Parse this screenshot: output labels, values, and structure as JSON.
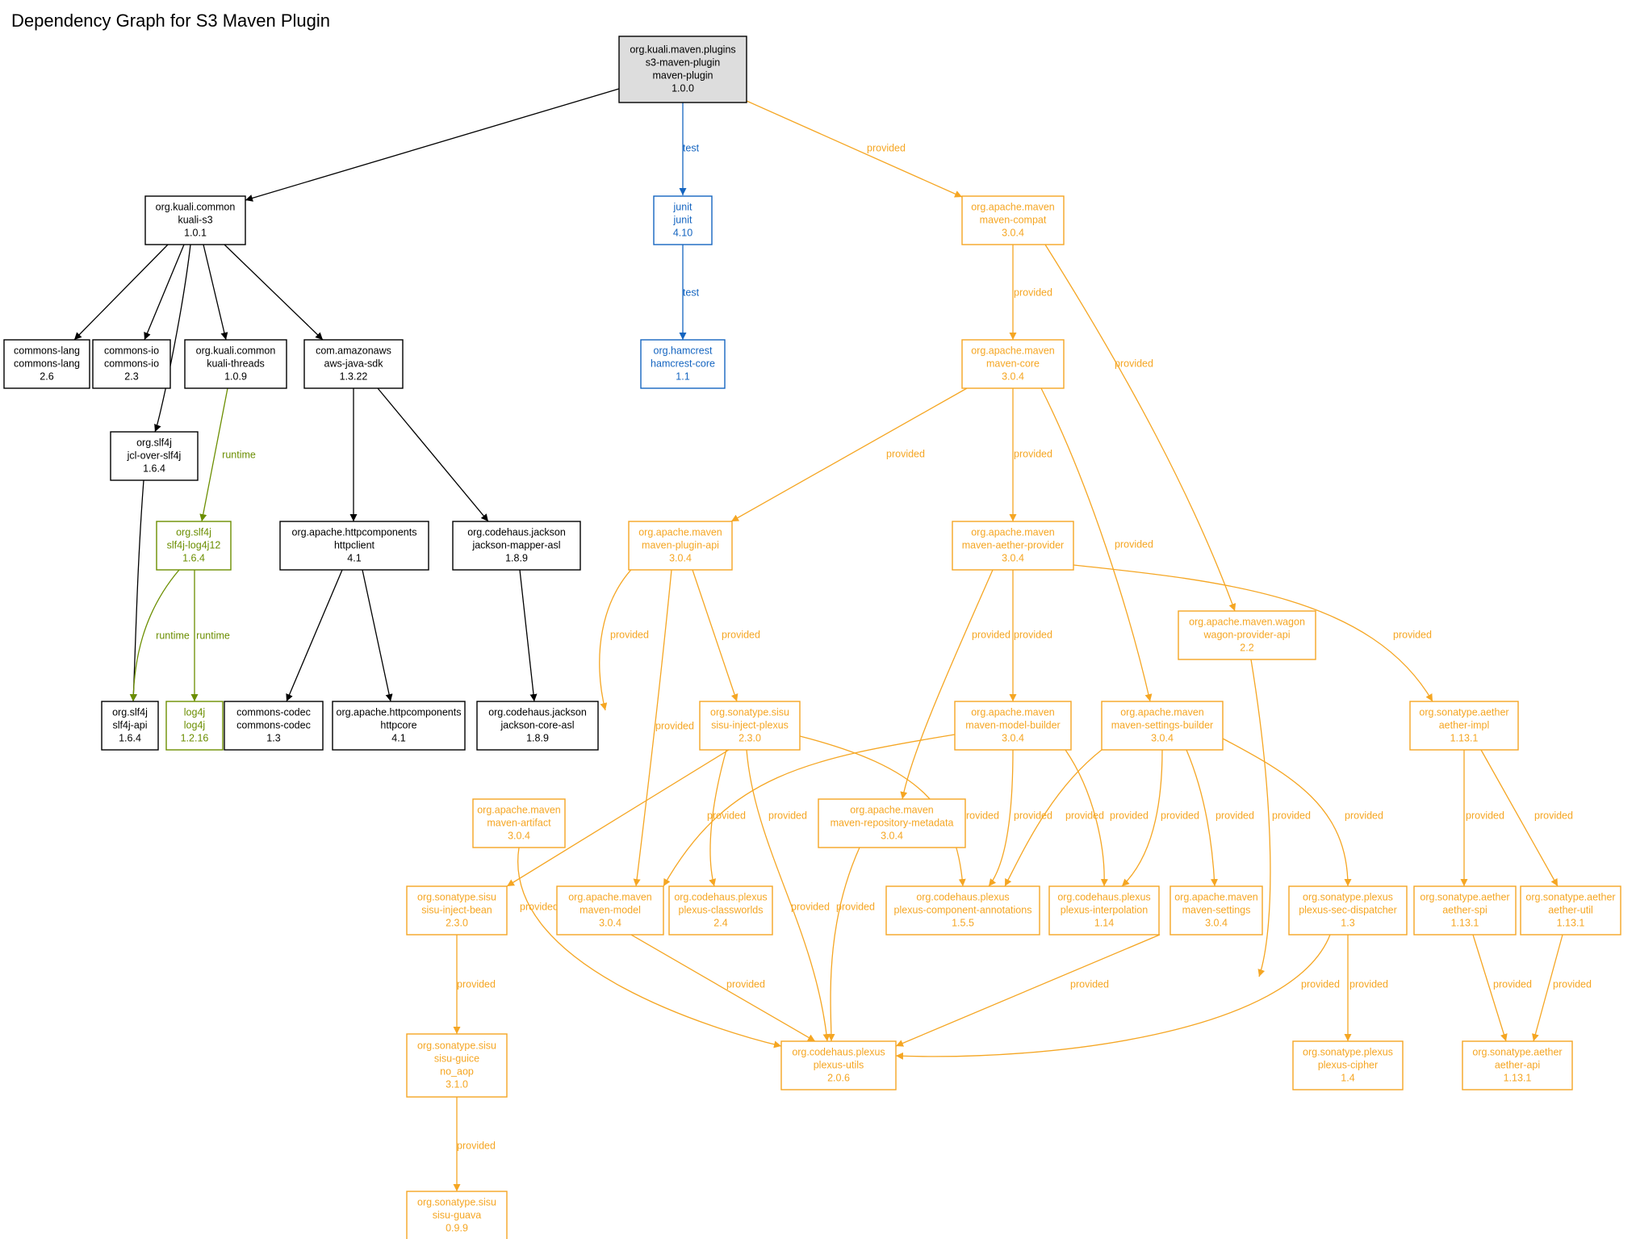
{
  "title": "Dependency Graph for S3 Maven Plugin",
  "colors": {
    "compile": "#000000",
    "test": "#1565c0",
    "provided": "#f5a623",
    "runtime": "#6b8e00",
    "root_fill": "#dddddd"
  },
  "nodes": [
    {
      "id": "root",
      "scope": "compile",
      "root": true,
      "lines": [
        "org.kuali.maven.plugins",
        "s3-maven-plugin",
        "maven-plugin",
        "1.0.0"
      ]
    },
    {
      "id": "kuali-s3",
      "scope": "compile",
      "lines": [
        "org.kuali.common",
        "kuali-s3",
        "1.0.1"
      ]
    },
    {
      "id": "commons-lang",
      "scope": "compile",
      "lines": [
        "commons-lang",
        "commons-lang",
        "2.6"
      ]
    },
    {
      "id": "commons-io",
      "scope": "compile",
      "lines": [
        "commons-io",
        "commons-io",
        "2.3"
      ]
    },
    {
      "id": "kuali-threads",
      "scope": "compile",
      "lines": [
        "org.kuali.common",
        "kuali-threads",
        "1.0.9"
      ]
    },
    {
      "id": "aws-java-sdk",
      "scope": "compile",
      "lines": [
        "com.amazonaws",
        "aws-java-sdk",
        "1.3.22"
      ]
    },
    {
      "id": "jcl-over-slf4j",
      "scope": "compile",
      "lines": [
        "org.slf4j",
        "jcl-over-slf4j",
        "1.6.4"
      ]
    },
    {
      "id": "slf4j-log4j12",
      "scope": "runtime",
      "lines": [
        "org.slf4j",
        "slf4j-log4j12",
        "1.6.4"
      ]
    },
    {
      "id": "httpclient",
      "scope": "compile",
      "lines": [
        "org.apache.httpcomponents",
        "httpclient",
        "4.1"
      ]
    },
    {
      "id": "jackson-mapper-asl",
      "scope": "compile",
      "lines": [
        "org.codehaus.jackson",
        "jackson-mapper-asl",
        "1.8.9"
      ]
    },
    {
      "id": "slf4j-api",
      "scope": "compile",
      "lines": [
        "org.slf4j",
        "slf4j-api",
        "1.6.4"
      ]
    },
    {
      "id": "log4j",
      "scope": "runtime",
      "lines": [
        "log4j",
        "log4j",
        "1.2.16"
      ]
    },
    {
      "id": "commons-codec",
      "scope": "compile",
      "lines": [
        "commons-codec",
        "commons-codec",
        "1.3"
      ]
    },
    {
      "id": "httpcore",
      "scope": "compile",
      "lines": [
        "org.apache.httpcomponents",
        "httpcore",
        "4.1"
      ]
    },
    {
      "id": "jackson-core-asl",
      "scope": "compile",
      "lines": [
        "org.codehaus.jackson",
        "jackson-core-asl",
        "1.8.9"
      ]
    },
    {
      "id": "junit",
      "scope": "test",
      "lines": [
        "junit",
        "junit",
        "4.10"
      ]
    },
    {
      "id": "hamcrest-core",
      "scope": "test",
      "lines": [
        "org.hamcrest",
        "hamcrest-core",
        "1.1"
      ]
    },
    {
      "id": "maven-compat",
      "scope": "provided",
      "lines": [
        "org.apache.maven",
        "maven-compat",
        "3.0.4"
      ]
    },
    {
      "id": "maven-core",
      "scope": "provided",
      "lines": [
        "org.apache.maven",
        "maven-core",
        "3.0.4"
      ]
    },
    {
      "id": "maven-plugin-api",
      "scope": "provided",
      "lines": [
        "org.apache.maven",
        "maven-plugin-api",
        "3.0.4"
      ]
    },
    {
      "id": "maven-aether-provider",
      "scope": "provided",
      "lines": [
        "org.apache.maven",
        "maven-aether-provider",
        "3.0.4"
      ]
    },
    {
      "id": "wagon-provider-api",
      "scope": "provided",
      "lines": [
        "org.apache.maven.wagon",
        "wagon-provider-api",
        "2.2"
      ]
    },
    {
      "id": "sisu-inject-plexus",
      "scope": "provided",
      "lines": [
        "org.sonatype.sisu",
        "sisu-inject-plexus",
        "2.3.0"
      ]
    },
    {
      "id": "maven-model-builder",
      "scope": "provided",
      "lines": [
        "org.apache.maven",
        "maven-model-builder",
        "3.0.4"
      ]
    },
    {
      "id": "maven-settings-builder",
      "scope": "provided",
      "lines": [
        "org.apache.maven",
        "maven-settings-builder",
        "3.0.4"
      ]
    },
    {
      "id": "aether-impl",
      "scope": "provided",
      "lines": [
        "org.sonatype.aether",
        "aether-impl",
        "1.13.1"
      ]
    },
    {
      "id": "maven-artifact",
      "scope": "provided",
      "lines": [
        "org.apache.maven",
        "maven-artifact",
        "3.0.4"
      ]
    },
    {
      "id": "maven-repository-metadata",
      "scope": "provided",
      "lines": [
        "org.apache.maven",
        "maven-repository-metadata",
        "3.0.4"
      ]
    },
    {
      "id": "sisu-inject-bean",
      "scope": "provided",
      "lines": [
        "org.sonatype.sisu",
        "sisu-inject-bean",
        "2.3.0"
      ]
    },
    {
      "id": "maven-model",
      "scope": "provided",
      "lines": [
        "org.apache.maven",
        "maven-model",
        "3.0.4"
      ]
    },
    {
      "id": "plexus-classworlds",
      "scope": "provided",
      "lines": [
        "org.codehaus.plexus",
        "plexus-classworlds",
        "2.4"
      ]
    },
    {
      "id": "plexus-component-annotations",
      "scope": "provided",
      "lines": [
        "org.codehaus.plexus",
        "plexus-component-annotations",
        "1.5.5"
      ]
    },
    {
      "id": "plexus-interpolation",
      "scope": "provided",
      "lines": [
        "org.codehaus.plexus",
        "plexus-interpolation",
        "1.14"
      ]
    },
    {
      "id": "maven-settings",
      "scope": "provided",
      "lines": [
        "org.apache.maven",
        "maven-settings",
        "3.0.4"
      ]
    },
    {
      "id": "plexus-sec-dispatcher",
      "scope": "provided",
      "lines": [
        "org.sonatype.plexus",
        "plexus-sec-dispatcher",
        "1.3"
      ]
    },
    {
      "id": "aether-spi",
      "scope": "provided",
      "lines": [
        "org.sonatype.aether",
        "aether-spi",
        "1.13.1"
      ]
    },
    {
      "id": "aether-util",
      "scope": "provided",
      "lines": [
        "org.sonatype.aether",
        "aether-util",
        "1.13.1"
      ]
    },
    {
      "id": "sisu-guice",
      "scope": "provided",
      "lines": [
        "org.sonatype.sisu",
        "sisu-guice",
        "no_aop",
        "3.1.0"
      ]
    },
    {
      "id": "plexus-utils",
      "scope": "provided",
      "lines": [
        "org.codehaus.plexus",
        "plexus-utils",
        "2.0.6"
      ]
    },
    {
      "id": "plexus-cipher",
      "scope": "provided",
      "lines": [
        "org.sonatype.plexus",
        "plexus-cipher",
        "1.4"
      ]
    },
    {
      "id": "aether-api",
      "scope": "provided",
      "lines": [
        "org.sonatype.aether",
        "aether-api",
        "1.13.1"
      ]
    },
    {
      "id": "sisu-guava",
      "scope": "provided",
      "lines": [
        "org.sonatype.sisu",
        "sisu-guava",
        "0.9.9"
      ]
    }
  ],
  "edges": [
    {
      "from": "root",
      "to": "kuali-s3",
      "scope": "compile",
      "label": ""
    },
    {
      "from": "root",
      "to": "junit",
      "scope": "test",
      "label": "test"
    },
    {
      "from": "root",
      "to": "maven-compat",
      "scope": "provided",
      "label": "provided"
    },
    {
      "from": "kuali-s3",
      "to": "commons-lang",
      "scope": "compile",
      "label": ""
    },
    {
      "from": "kuali-s3",
      "to": "commons-io",
      "scope": "compile",
      "label": ""
    },
    {
      "from": "kuali-s3",
      "to": "jcl-over-slf4j",
      "scope": "compile",
      "label": ""
    },
    {
      "from": "kuali-s3",
      "to": "kuali-threads",
      "scope": "compile",
      "label": ""
    },
    {
      "from": "kuali-s3",
      "to": "aws-java-sdk",
      "scope": "compile",
      "label": ""
    },
    {
      "from": "kuali-threads",
      "to": "slf4j-log4j12",
      "scope": "runtime",
      "label": "runtime"
    },
    {
      "from": "jcl-over-slf4j",
      "to": "slf4j-api",
      "scope": "compile",
      "label": ""
    },
    {
      "from": "slf4j-log4j12",
      "to": "slf4j-api",
      "scope": "runtime",
      "label": "runtime"
    },
    {
      "from": "slf4j-log4j12",
      "to": "log4j",
      "scope": "runtime",
      "label": "runtime"
    },
    {
      "from": "aws-java-sdk",
      "to": "httpclient",
      "scope": "compile",
      "label": ""
    },
    {
      "from": "aws-java-sdk",
      "to": "jackson-mapper-asl",
      "scope": "compile",
      "label": ""
    },
    {
      "from": "httpclient",
      "to": "commons-codec",
      "scope": "compile",
      "label": ""
    },
    {
      "from": "httpclient",
      "to": "httpcore",
      "scope": "compile",
      "label": ""
    },
    {
      "from": "jackson-mapper-asl",
      "to": "jackson-core-asl",
      "scope": "compile",
      "label": ""
    },
    {
      "from": "junit",
      "to": "hamcrest-core",
      "scope": "test",
      "label": "test"
    },
    {
      "from": "maven-compat",
      "to": "maven-core",
      "scope": "provided",
      "label": "provided"
    },
    {
      "from": "maven-compat",
      "to": "wagon-provider-api",
      "scope": "provided",
      "label": "provided"
    },
    {
      "from": "maven-core",
      "to": "maven-plugin-api",
      "scope": "provided",
      "label": "provided"
    },
    {
      "from": "maven-core",
      "to": "maven-aether-provider",
      "scope": "provided",
      "label": "provided"
    },
    {
      "from": "maven-core",
      "to": "maven-settings-builder",
      "scope": "provided",
      "label": "provided"
    },
    {
      "from": "maven-plugin-api",
      "to": "maven-artifact",
      "scope": "provided",
      "label": "provided"
    },
    {
      "from": "maven-plugin-api",
      "to": "maven-model",
      "scope": "provided",
      "label": "provided"
    },
    {
      "from": "maven-plugin-api",
      "to": "sisu-inject-plexus",
      "scope": "provided",
      "label": "provided"
    },
    {
      "from": "maven-aether-provider",
      "to": "maven-repository-metadata",
      "scope": "provided",
      "label": "provided"
    },
    {
      "from": "maven-aether-provider",
      "to": "maven-model-builder",
      "scope": "provided",
      "label": "provided"
    },
    {
      "from": "maven-aether-provider",
      "to": "aether-impl",
      "scope": "provided",
      "label": "provided"
    },
    {
      "from": "sisu-inject-plexus",
      "to": "sisu-inject-bean",
      "scope": "provided",
      "label": ""
    },
    {
      "from": "sisu-inject-plexus",
      "to": "plexus-classworlds",
      "scope": "provided",
      "label": "provided"
    },
    {
      "from": "sisu-inject-plexus",
      "to": "plexus-utils",
      "scope": "provided",
      "label": "provided"
    },
    {
      "from": "sisu-inject-plexus",
      "to": "plexus-component-annotations",
      "scope": "provided",
      "label": "provided"
    },
    {
      "from": "maven-model-builder",
      "to": "maven-model",
      "scope": "provided",
      "label": "provided"
    },
    {
      "from": "maven-model-builder",
      "to": "plexus-component-annotations",
      "scope": "provided",
      "label": "provided"
    },
    {
      "from": "maven-model-builder",
      "to": "plexus-interpolation",
      "scope": "provided",
      "label": "provided"
    },
    {
      "from": "maven-settings-builder",
      "to": "plexus-component-annotations",
      "scope": "provided",
      "label": "provided"
    },
    {
      "from": "maven-settings-builder",
      "to": "plexus-interpolation",
      "scope": "provided",
      "label": "provided"
    },
    {
      "from": "maven-settings-builder",
      "to": "maven-settings",
      "scope": "provided",
      "label": "provided"
    },
    {
      "from": "maven-settings-builder",
      "to": "plexus-sec-dispatcher",
      "scope": "provided",
      "label": "provided"
    },
    {
      "from": "aether-impl",
      "to": "aether-spi",
      "scope": "provided",
      "label": "provided"
    },
    {
      "from": "aether-impl",
      "to": "aether-util",
      "scope": "provided",
      "label": "provided"
    },
    {
      "from": "maven-artifact",
      "to": "plexus-utils",
      "scope": "provided",
      "label": "provided"
    },
    {
      "from": "maven-repository-metadata",
      "to": "plexus-utils",
      "scope": "provided",
      "label": "provided"
    },
    {
      "from": "sisu-inject-bean",
      "to": "sisu-guice",
      "scope": "provided",
      "label": "provided"
    },
    {
      "from": "maven-model",
      "to": "plexus-utils",
      "scope": "provided",
      "label": "provided"
    },
    {
      "from": "maven-settings",
      "to": "plexus-utils",
      "scope": "provided",
      "label": "provided"
    },
    {
      "from": "wagon-provider-api",
      "to": "plexus-utils",
      "scope": "provided",
      "label": "provided"
    },
    {
      "from": "plexus-sec-dispatcher",
      "to": "plexus-utils",
      "scope": "provided",
      "label": "provided"
    },
    {
      "from": "plexus-sec-dispatcher",
      "to": "plexus-cipher",
      "scope": "provided",
      "label": "provided"
    },
    {
      "from": "aether-spi",
      "to": "aether-api",
      "scope": "provided",
      "label": "provided"
    },
    {
      "from": "aether-util",
      "to": "aether-api",
      "scope": "provided",
      "label": "provided"
    },
    {
      "from": "sisu-guice",
      "to": "sisu-guava",
      "scope": "provided",
      "label": "provided"
    }
  ]
}
